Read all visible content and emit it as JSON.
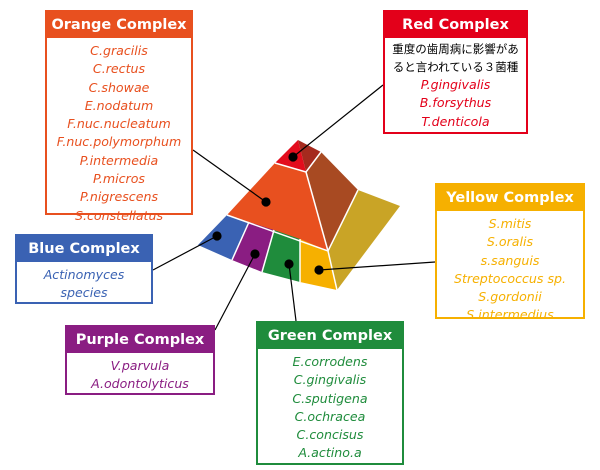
{
  "orange_complex": {
    "title": "Orange Complex",
    "items": [
      "C.gracilis",
      "C.rectus",
      "C.showae",
      "E.nodatum",
      "F.nuc.nucleatum",
      "F.nuc.polymorphum",
      "P.intermedia",
      "P.micros",
      "P.nigrescens",
      "S.constellatus"
    ],
    "color": "#e8501f"
  },
  "red_complex": {
    "title": "Red Complex",
    "note": "重度の歯周病に影響があると言われている３菌種",
    "items": [
      "P.gingivalis",
      "B.forsythus",
      "T.denticola"
    ],
    "color": "#e3001a"
  },
  "yellow_complex": {
    "title": "Yellow Complex",
    "items": [
      "S.mitis",
      "S.oralis",
      "s.sanguis",
      "Streptococcus sp.",
      "S.gordonii",
      "S.intermedius"
    ],
    "color": "#f6b000"
  },
  "blue_complex": {
    "title": "Blue Complex",
    "items": [
      "Actinomyces",
      "species"
    ],
    "color": "#3a62b3"
  },
  "purple_complex": {
    "title": "Purple Complex",
    "items": [
      "V.parvula",
      "A.odontolyticus"
    ],
    "color": "#8a1d82"
  },
  "green_complex": {
    "title": "Green Complex",
    "items": [
      "E.corrodens",
      "C.gingivalis",
      "C.sputigena",
      "C.ochracea",
      "C.concisus",
      "A.actino.a"
    ],
    "color": "#1f8c3c"
  }
}
